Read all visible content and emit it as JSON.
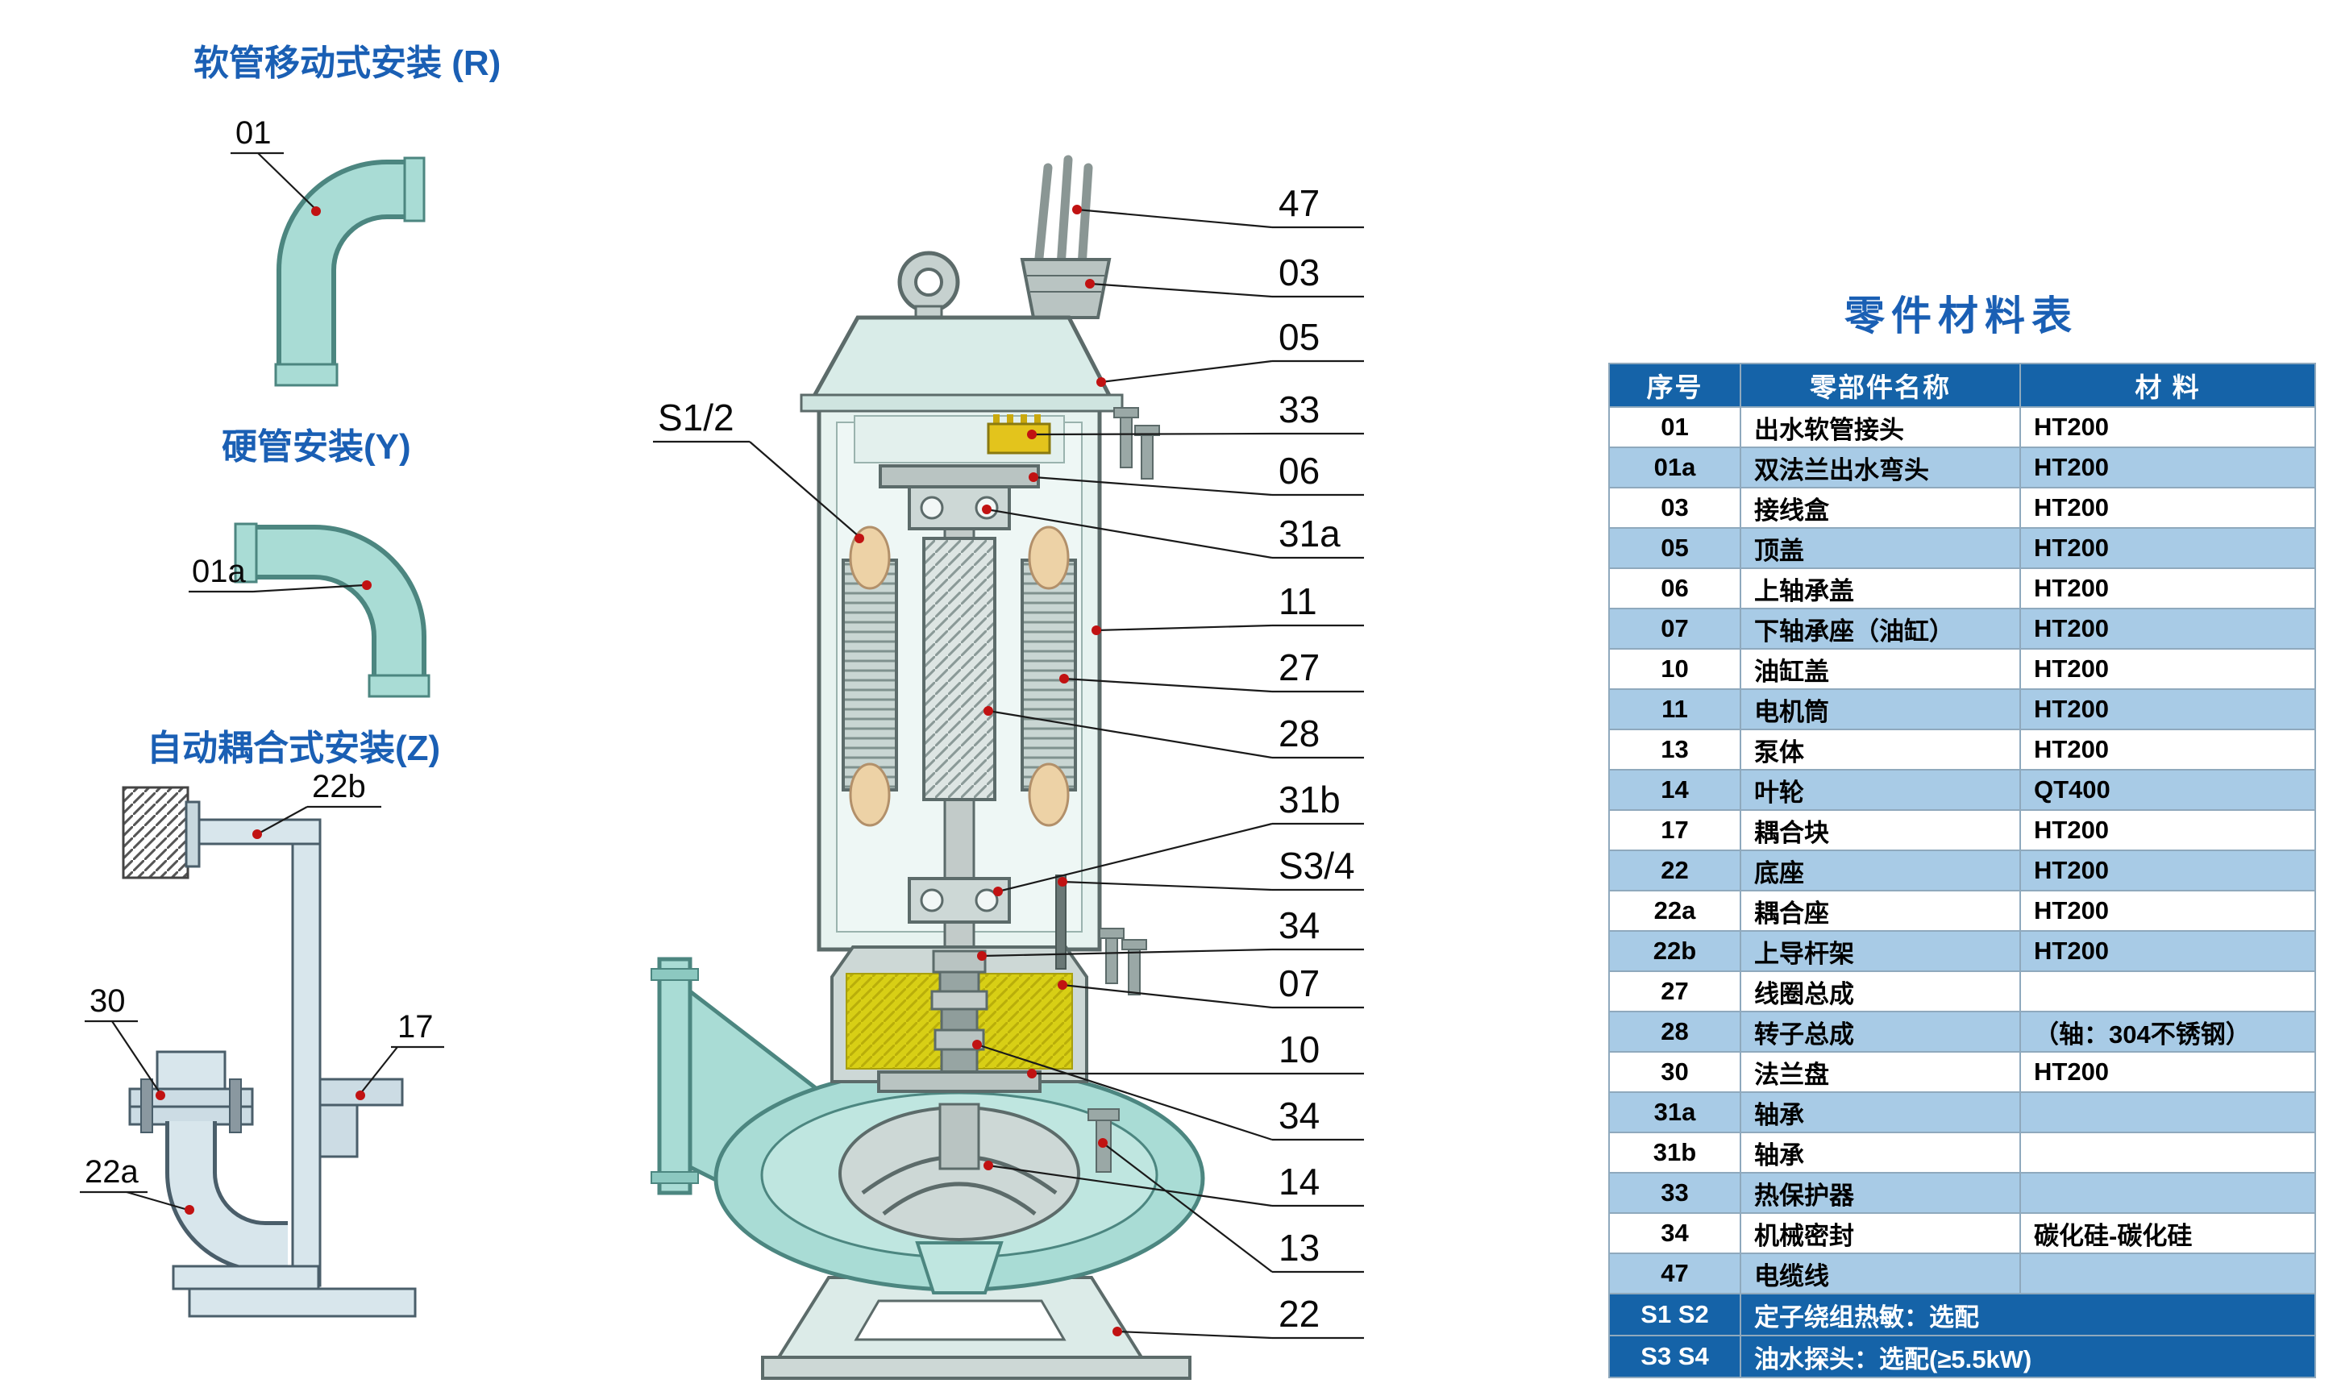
{
  "colors": {
    "accent_blue": "#1a5fb4",
    "table_header_bg": "#1563a8",
    "table_alt_row_bg": "#a8cbe6",
    "teal_fill": "#a9dcd5",
    "oil_yellow": "#d6cd17",
    "red_dot": "#c11212"
  },
  "installs": {
    "r": {
      "title": "软管移动式安装 (R)",
      "label_01": "01"
    },
    "y": {
      "title": "硬管安装(Y)",
      "label_01a": "01a"
    },
    "z": {
      "title": "自动耦合式安装(Z)",
      "label_22b": "22b",
      "label_30": "30",
      "label_17": "17",
      "label_22a": "22a"
    }
  },
  "pump": {
    "callout_s12": "S1/2",
    "callouts": [
      "47",
      "03",
      "05",
      "33",
      "06",
      "31a",
      "11",
      "27",
      "28",
      "31b",
      "S3/4",
      "34",
      "07",
      "10",
      "34",
      "14",
      "13",
      "22"
    ]
  },
  "table": {
    "title": "零件材料表",
    "headers": [
      "序号",
      "零部件名称",
      "材  料"
    ],
    "rows": [
      {
        "no": "01",
        "name": "出水软管接头",
        "material": "HT200"
      },
      {
        "no": "01a",
        "name": "双法兰出水弯头",
        "material": "HT200"
      },
      {
        "no": "03",
        "name": "接线盒",
        "material": "HT200"
      },
      {
        "no": "05",
        "name": "顶盖",
        "material": "HT200"
      },
      {
        "no": "06",
        "name": "上轴承盖",
        "material": "HT200"
      },
      {
        "no": "07",
        "name": "下轴承座（油缸）",
        "material": "HT200"
      },
      {
        "no": "10",
        "name": "油缸盖",
        "material": "HT200"
      },
      {
        "no": "11",
        "name": "电机筒",
        "material": "HT200"
      },
      {
        "no": "13",
        "name": "泵体",
        "material": "HT200"
      },
      {
        "no": "14",
        "name": "叶轮",
        "material": "QT400"
      },
      {
        "no": "17",
        "name": "耦合块",
        "material": "HT200"
      },
      {
        "no": "22",
        "name": "底座",
        "material": "HT200"
      },
      {
        "no": "22a",
        "name": "耦合座",
        "material": "HT200"
      },
      {
        "no": "22b",
        "name": "上导杆架",
        "material": "HT200"
      },
      {
        "no": "27",
        "name": "线圈总成",
        "material": ""
      },
      {
        "no": "28",
        "name": "转子总成",
        "material": "（轴：304不锈钢）"
      },
      {
        "no": "30",
        "name": "法兰盘",
        "material": "HT200"
      },
      {
        "no": "31a",
        "name": "轴承",
        "material": ""
      },
      {
        "no": "31b",
        "name": "轴承",
        "material": ""
      },
      {
        "no": "33",
        "name": "热保护器",
        "material": ""
      },
      {
        "no": "34",
        "name": "机械密封",
        "material": "碳化硅-碳化硅"
      },
      {
        "no": "47",
        "name": "电缆线",
        "material": ""
      }
    ],
    "footers": [
      {
        "no": "S1 S2",
        "desc": "定子绕组热敏：选配"
      },
      {
        "no": "S3 S4",
        "desc": "油水探头：选配(≥5.5kW)"
      }
    ]
  }
}
